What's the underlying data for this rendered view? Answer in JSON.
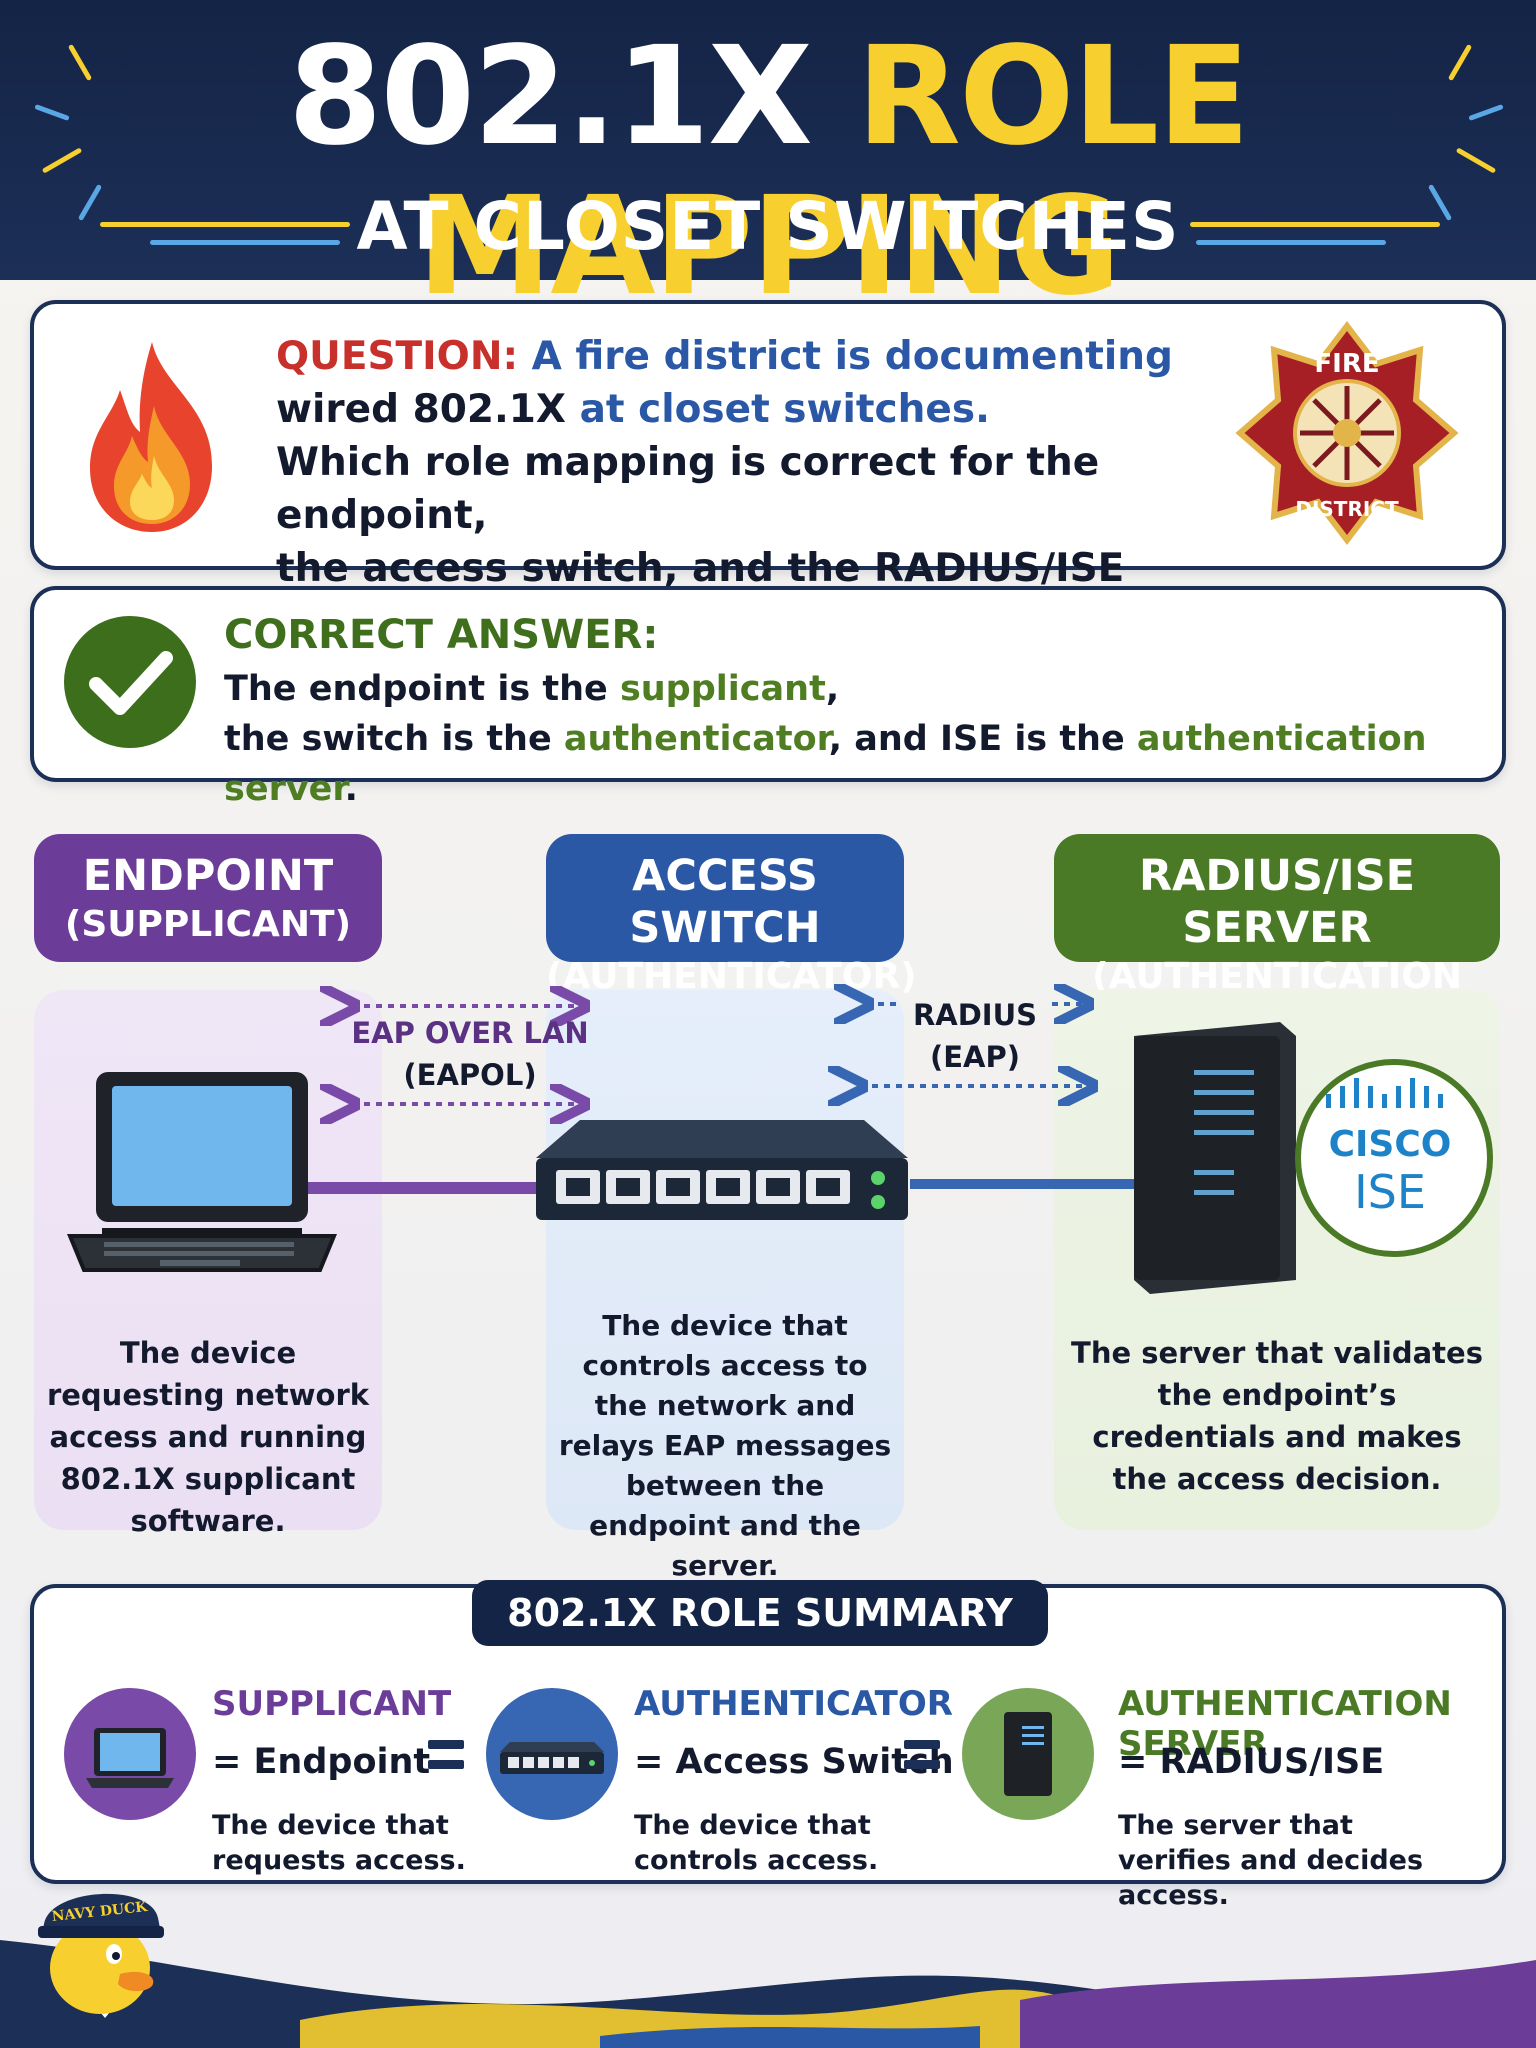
{
  "header": {
    "title_white": "802.1X",
    "title_yellow": "ROLE MAPPING",
    "subtitle": "AT CLOSET SWITCHES"
  },
  "question": {
    "label": "QUESTION:",
    "line1_blue": "A fire district is documenting",
    "line2_dark": "wired 802.1X",
    "line2_blue": "at closet switches.",
    "line3": "Which role mapping is correct for the endpoint,",
    "line4": "the access switch, and the RADIUS/ISE server?",
    "badge_top": "FIRE",
    "badge_bottom": "DISTRICT"
  },
  "answer": {
    "title": "CORRECT ANSWER:",
    "p1": "The endpoint is the ",
    "t1": "supplicant",
    "p2": ",",
    "p3": "the switch is the ",
    "t2": "authenticator",
    "p4": ", and ISE is the ",
    "t3": "authentication server",
    "p5": "."
  },
  "roles": {
    "endpoint": {
      "title": "ENDPOINT",
      "subtitle": "(SUPPLICANT)",
      "description": "The device requesting network access and running 802.1X supplicant software."
    },
    "switch": {
      "title": "ACCESS SWITCH",
      "subtitle": "(AUTHENTICATOR)",
      "description": "The device that controls access to the network and relays EAP messages between the endpoint and the server."
    },
    "server": {
      "title": "RADIUS/ISE SERVER",
      "subtitle": "(AUTHENTICATION SERVER)",
      "description": "The server that validates the endpoint’s credentials and makes the access decision."
    }
  },
  "links": {
    "eap_line1": "EAP OVER LAN",
    "eap_line2": "(EAPOL)",
    "radius_line1": "RADIUS",
    "radius_line2": "(EAP)"
  },
  "logo": {
    "brand": "CISCO",
    "product": "ISE"
  },
  "summary": {
    "title": "802.1X ROLE SUMMARY",
    "items": [
      {
        "role": "SUPPLICANT",
        "equals": "= Endpoint",
        "description": "The device that requests access."
      },
      {
        "role": "AUTHENTICATOR",
        "equals": "= Access Switch",
        "description": "The device that controls access."
      },
      {
        "role": "AUTHENTICATION SERVER",
        "equals": "= RADIUS/ISE",
        "description": "The server that verifies and decides access."
      }
    ]
  },
  "mascot": {
    "cap_text": "NAVY DUCK"
  },
  "colors": {
    "navy": "#142446",
    "yellow": "#f7cf2e",
    "purple": "#6b3d99",
    "blue": "#2b58a5",
    "green": "#4a7a25",
    "red": "#c8312b"
  }
}
